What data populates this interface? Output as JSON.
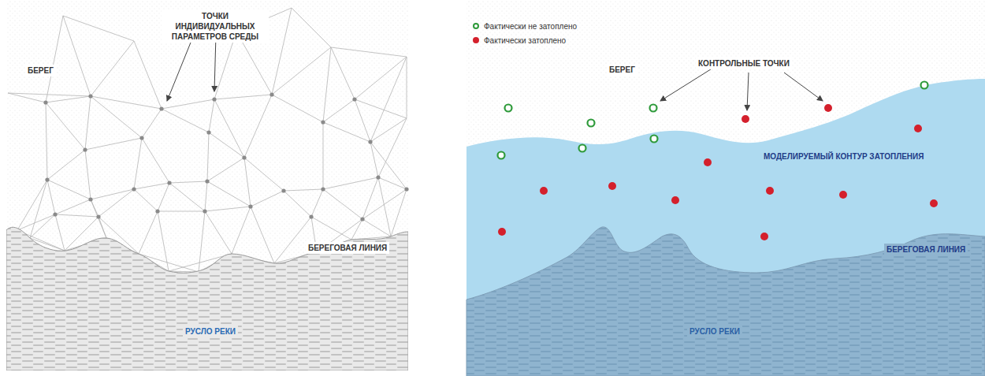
{
  "diagram": {
    "labels": [
      "ТОЧКИ ИНДИВИДУАЛЬНЫХ ПАРАМЕТРОВ СРЕДЫ",
      "БЕРЕГ",
      "БЕРЕГОВАЯ ЛИНИЯ",
      "РУСЛО РЕКИ",
      "БЕРЕГ",
      "КОНТРОЛЬНЫЕ ТОЧКИ",
      "МОДЕЛИРУЕМЫЙ КОНТУР ЗАТОПЛЕНИЯ",
      "БЕРЕГОВАЯ ЛИНИЯ",
      "РУСЛО РЕКИ"
    ],
    "legend": [
      {
        "text": "Фактически не затоплено"
      },
      {
        "text": "Фактически затоплено",
        "color": "#d4202c"
      }
    ]
  }
}
